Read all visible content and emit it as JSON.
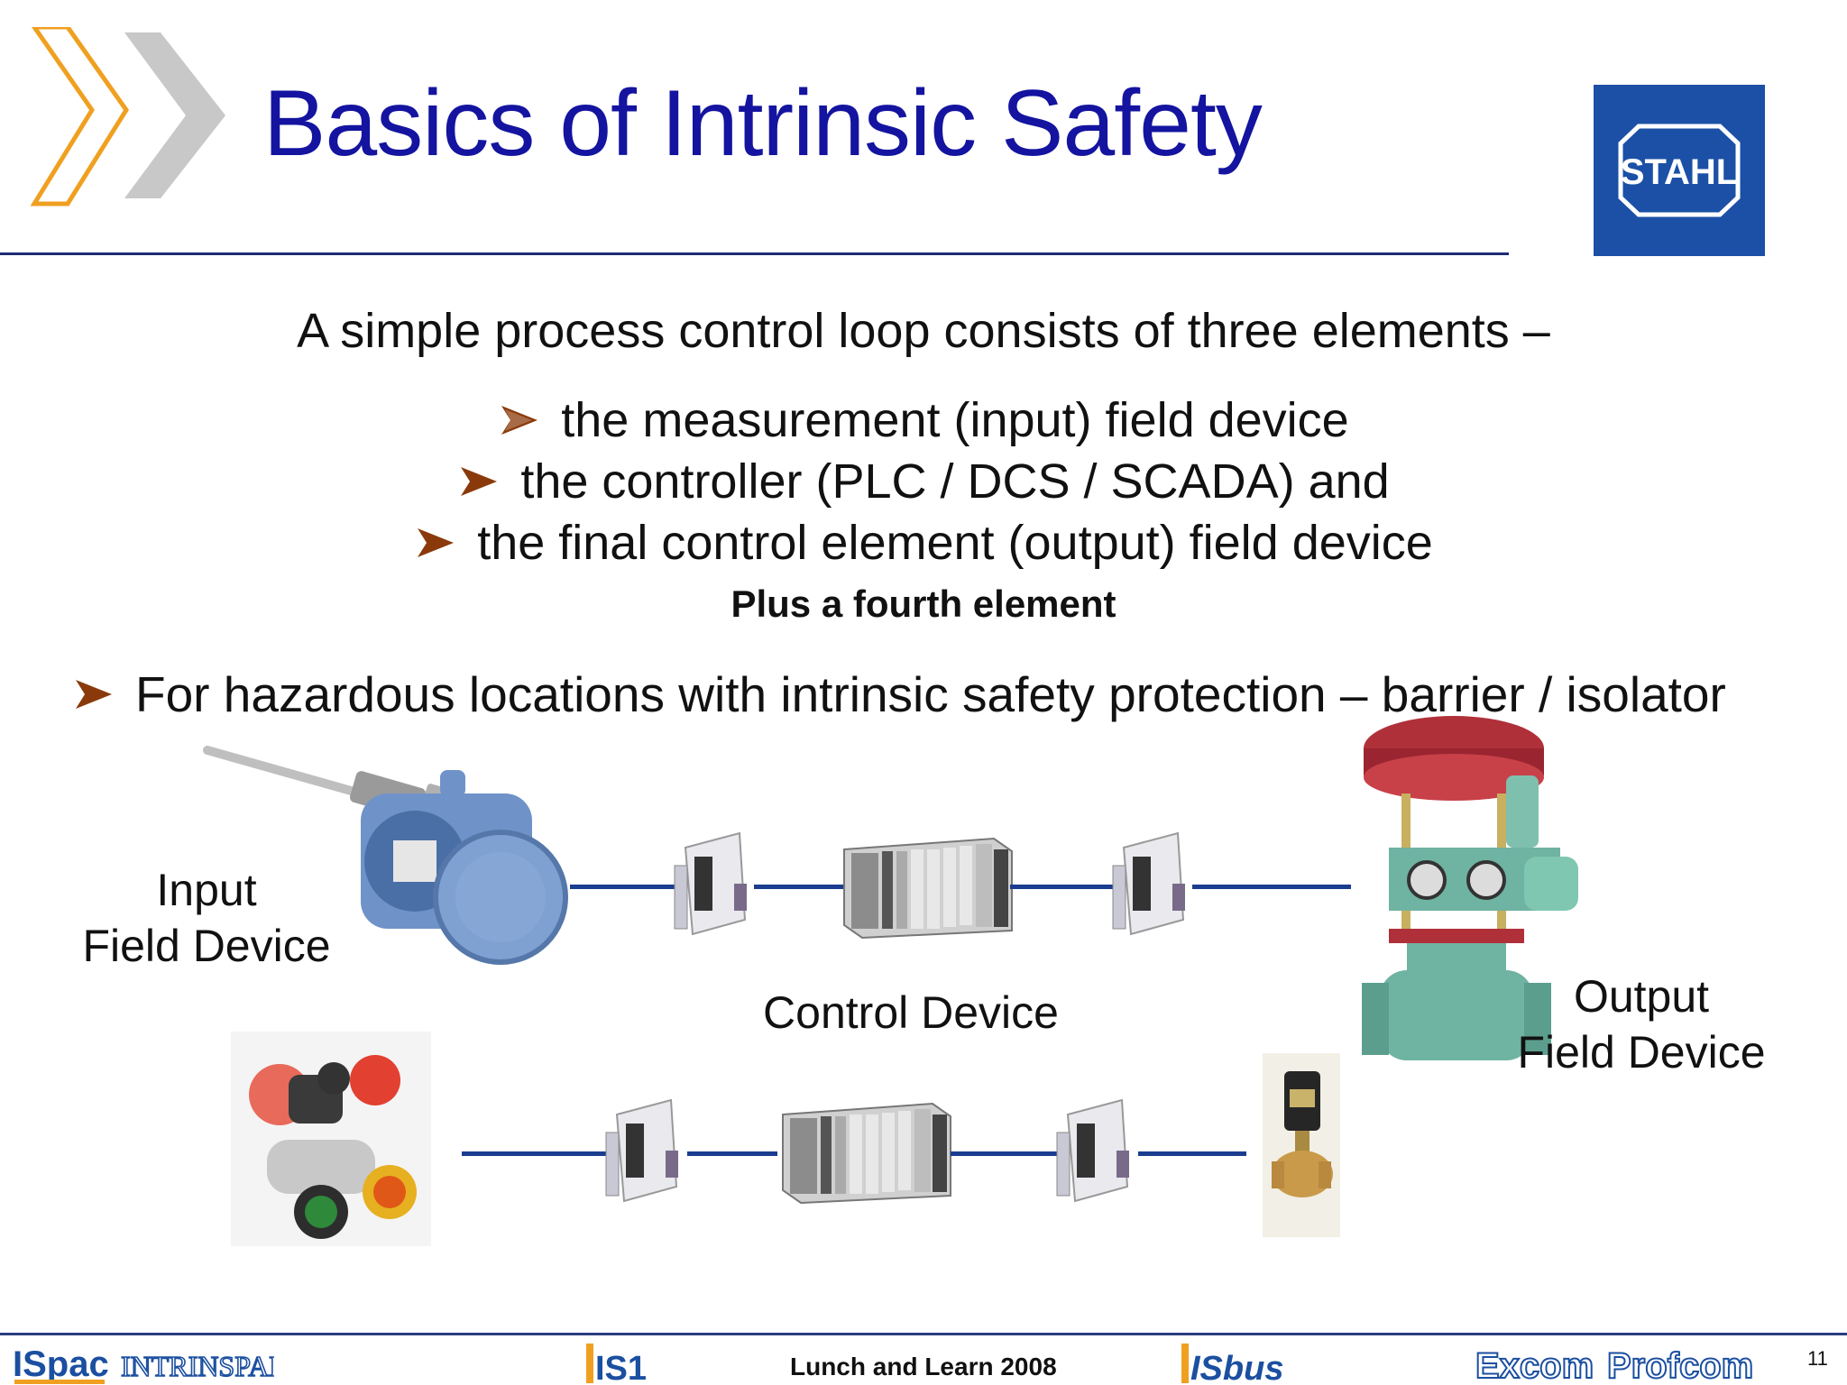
{
  "slide": {
    "title": "Basics of Intrinsic Safety",
    "intro": "A simple process control loop consists of three elements –",
    "bullets": [
      "the measurement (input) field device",
      "the controller (PLC / DCS / SCADA) and",
      "the final control element (output) field device"
    ],
    "fourth": "Plus a fourth element",
    "hazard": "For hazardous locations with intrinsic safety protection – barrier / isolator"
  },
  "diagram": {
    "input_label_line1": "Input",
    "input_label_line2": "Field Device",
    "control_label": "Control Device",
    "output_label_line1": "Output",
    "output_label_line2": "Field Device"
  },
  "logos": {
    "stahl": "STAHL",
    "ispac": "ISpac",
    "intrinspak": "INTRINSPAK",
    "is1": "IS1",
    "isbus": "ISbus",
    "excom": "Excom",
    "profcom": "Profcom"
  },
  "footer": {
    "event": "Lunch and Learn 2008",
    "page_number": "11"
  },
  "colors": {
    "title": "#1414a0",
    "accent_orange": "#f0a020",
    "chevron_gray": "#c8c8c8",
    "stahl_blue": "#1b50a6",
    "wire_blue": "#1a3d8f",
    "bullet_arrow": "#8a3a0a"
  }
}
